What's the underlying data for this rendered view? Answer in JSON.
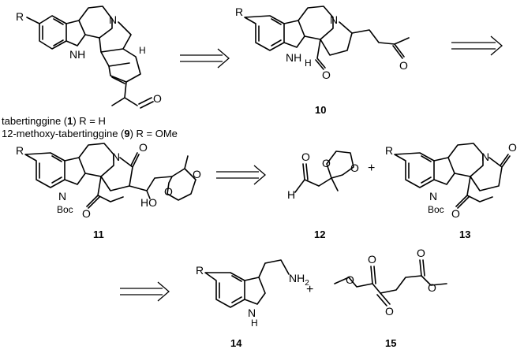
{
  "compounds": {
    "c1": {
      "label": "1",
      "name": "tabertinggine"
    },
    "c9": {
      "label": "9",
      "name": "12-methoxy-tabertinggine"
    },
    "c10": {
      "label": "10"
    },
    "c11": {
      "label": "11"
    },
    "c12": {
      "label": "12"
    },
    "c13": {
      "label": "13"
    },
    "c14": {
      "label": "14"
    },
    "c15": {
      "label": "15"
    }
  },
  "captions": {
    "tab_name": "tabertinggine (",
    "tab_num": "1",
    "tab_rest": ")  R = H",
    "meo_name": "12-methoxy-tabertinggine (",
    "meo_num": "9",
    "meo_rest": ")  R = OMe"
  },
  "atoms": {
    "R": "R",
    "N": "N",
    "H": "H",
    "O": "O",
    "HO": "HO",
    "NH": "NH",
    "Boc": "Boc",
    "NH2_N": "NH",
    "NH2_sub": "2"
  },
  "symbols": {
    "plus": "+"
  }
}
